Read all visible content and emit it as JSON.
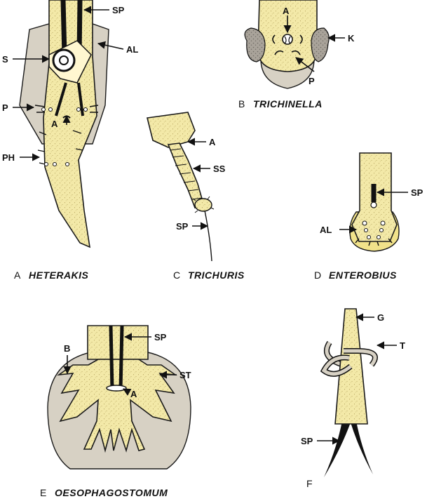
{
  "colors": {
    "body_fill": "#f3e9a8",
    "stipple": "#b8a45a",
    "alae_fill": "#d7d1c4",
    "ink": "#111111"
  },
  "panels": {
    "A": {
      "letter": "A",
      "name": "HETERAKIS",
      "labels": {
        "sp": "SP",
        "al": "AL",
        "s": "S",
        "p": "P",
        "a": "A",
        "ph": "PH"
      }
    },
    "B": {
      "letter": "B",
      "name": "TRICHINELLA",
      "labels": {
        "a": "A",
        "k": "K",
        "p": "P"
      }
    },
    "C": {
      "letter": "C",
      "name": "TRICHURIS",
      "labels": {
        "a": "A",
        "ss": "SS",
        "sp": "SP"
      }
    },
    "D": {
      "letter": "D",
      "name": "ENTEROBIUS",
      "labels": {
        "sp": "SP",
        "al": "AL"
      }
    },
    "E": {
      "letter": "E",
      "name": "OESOPHAGOSTOMUM",
      "labels": {
        "sp": "SP",
        "b": "B",
        "st": "ST",
        "a": "A"
      }
    },
    "F": {
      "letter": "F",
      "labels": {
        "g": "G",
        "t": "T",
        "sp": "SP"
      }
    }
  }
}
